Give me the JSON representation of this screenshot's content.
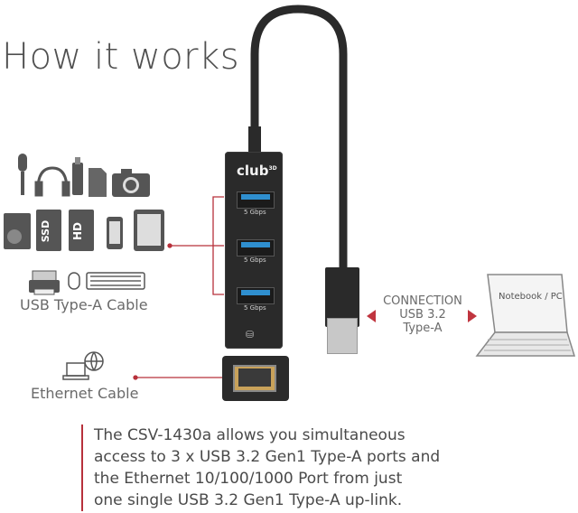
{
  "title": "How it works",
  "labels": {
    "usb_cable": "USB Type-A Cable",
    "ethernet_cable": "Ethernet Cable",
    "connection": [
      "CONNECTION",
      "USB 3.2",
      "Type-A"
    ],
    "notebook": "Notebook / PC"
  },
  "hub": {
    "brand": "club",
    "brand_sup": "3D",
    "ports": [
      {
        "speed": "5 Gbps"
      },
      {
        "speed": "5 Gbps"
      },
      {
        "speed": "5 Gbps"
      }
    ]
  },
  "description": [
    "The CSV-1430a allows you simultaneous",
    "access to 3 x USB 3.2 Gen1 Type-A ports and",
    "the Ethernet 10/100/1000 Port from just",
    "one single USB 3.2 Gen1 Type-A up-link."
  ],
  "colors": {
    "accent": "#b7313b",
    "usb_blue": "#2f8fcf",
    "hub_body": "#2a2a2a"
  },
  "icons": [
    "microphone-icon",
    "headphones-icon",
    "usb-stick-icon",
    "sd-card-icon",
    "camera-icon",
    "hdd-icon",
    "ssd-icon",
    "hd-icon",
    "phone-icon",
    "tablet-icon",
    "printer-icon",
    "mouse-icon",
    "keyboard-icon",
    "network-computer-icon",
    "laptop-icon"
  ]
}
